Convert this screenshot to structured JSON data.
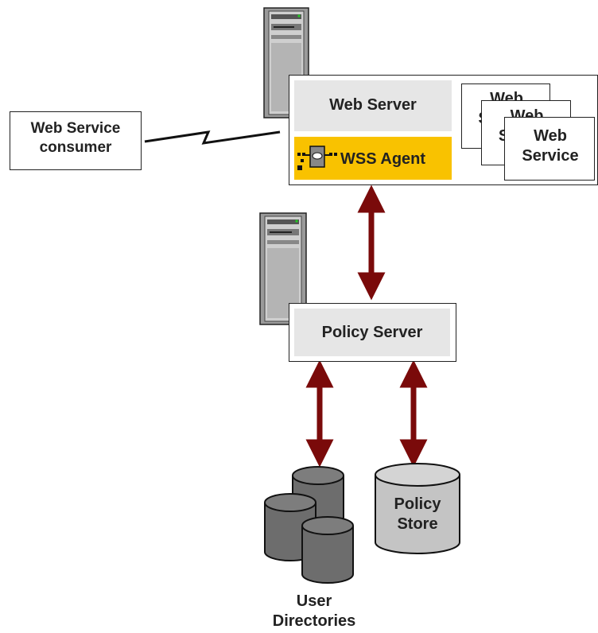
{
  "nodes": {
    "consumer": "Web Service\nconsumer",
    "web_server": "Web Server",
    "wss_agent": "WSS Agent",
    "web_service_back2": "Web\nService",
    "web_service_back1": "Web\nService",
    "web_service_front": "Web\nService",
    "policy_server": "Policy Server",
    "policy_store": "Policy\nStore",
    "user_directories": "User\nDirectories"
  },
  "colors": {
    "arrow": "#7a0a0a",
    "agent_highlight": "#f9c200",
    "server_label_bg": "#e6e6e6",
    "db_dark": "#6d6d6d",
    "db_light": "#c4c4c4"
  },
  "icons": [
    "server-tower-icon",
    "agent-plug-icon",
    "database-icon",
    "lightning-link-icon"
  ]
}
